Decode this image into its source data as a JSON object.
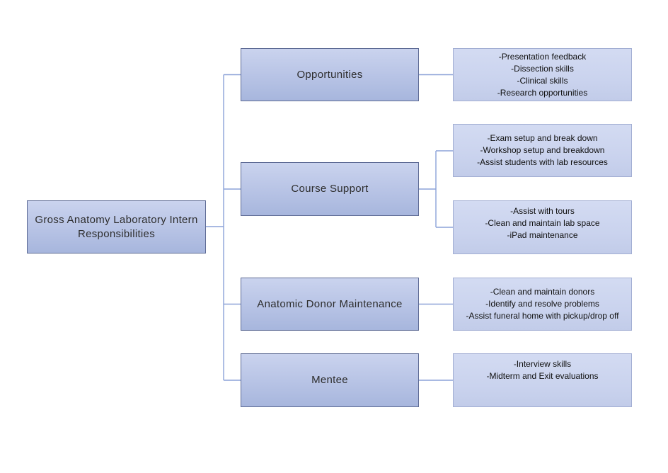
{
  "diagram": {
    "title": "Gross Anatomy Laboratory Intern Responsibilities diagram",
    "root": {
      "label": "Gross Anatomy Laboratory Intern Responsibilities"
    },
    "branches": [
      {
        "label": "Opportunities",
        "details": [
          {
            "lines": [
              "-Presentation feedback",
              "-Dissection skills",
              "-Clinical skills",
              "-Research opportunities"
            ]
          }
        ]
      },
      {
        "label": "Course Support",
        "details": [
          {
            "lines": [
              "-Exam setup and break down",
              "-Workshop setup and breakdown",
              "-Assist students with lab resources"
            ]
          },
          {
            "lines": [
              "-Assist with tours",
              "-Clean and maintain lab space",
              "-iPad maintenance"
            ]
          }
        ]
      },
      {
        "label": "Anatomic Donor Maintenance",
        "details": [
          {
            "lines": [
              "-Clean and maintain donors",
              "-Identify and resolve problems",
              "-Assist funeral home with pickup/drop off"
            ]
          }
        ]
      },
      {
        "label": "Mentee",
        "details": [
          {
            "lines": [
              "-Interview skills",
              "-Midterm and Exit evaluations"
            ]
          }
        ]
      }
    ],
    "colors": {
      "main_box_fill_top": "#cad3ee",
      "main_box_fill_bottom": "#a7b6dd",
      "main_box_border": "#5d6a94",
      "detail_box_fill_top": "#d3dbf2",
      "detail_box_fill_bottom": "#c2cce9",
      "detail_box_border": "#a2aed3",
      "connector": "#8ca2d8",
      "text": "#2d2d2d",
      "background": "#ffffff"
    }
  }
}
